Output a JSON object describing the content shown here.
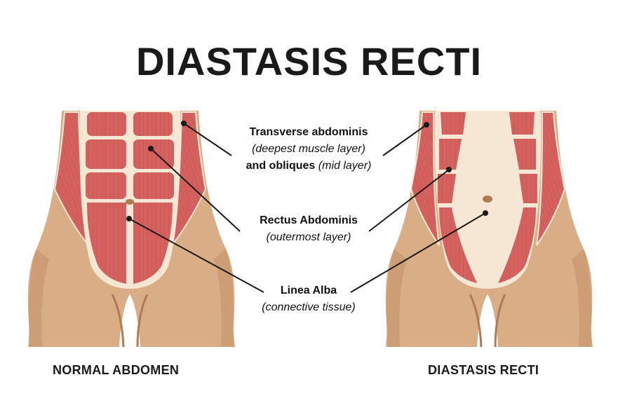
{
  "title": "DIASTASIS RECTI",
  "labels": {
    "transverse": {
      "name": "Transverse abdominis",
      "note": "(deepest muscle layer)",
      "name2": "and obliques",
      "note2": "(mid layer)"
    },
    "rectus": {
      "name": "Rectus Abdominis",
      "note": "(outermost layer)"
    },
    "linea": {
      "name": "Linea Alba",
      "note": "(connective tissue)"
    }
  },
  "captions": {
    "left": "NORMAL ABDOMEN",
    "right": "DIASTASIS RECTI"
  },
  "colors": {
    "skin": "#D9AD85",
    "skin_shadow": "#C4946B",
    "muscle": "#D4615E",
    "muscle_dark": "#B84A48",
    "fascia": "#F6E6D4",
    "navel": "#B07A52",
    "line": "#1a1a1a"
  }
}
